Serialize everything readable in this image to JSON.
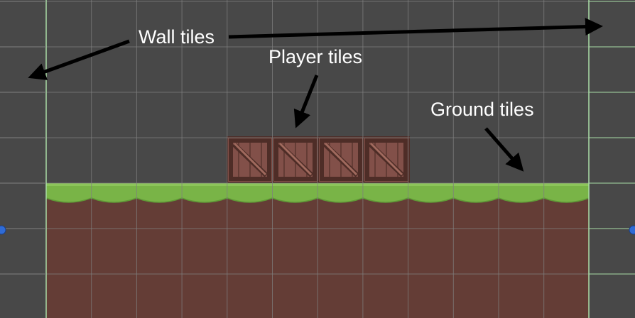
{
  "scene": {
    "background_color": "#484848",
    "grid_color": "#7f7f7f",
    "wall_grid_color": "#a9dca6",
    "handle_color": "#2f6bd6"
  },
  "tiles": {
    "ground": {
      "grass_color": "#79b447",
      "grass_dark": "#5f9a37",
      "dirt_color": "#643d36"
    },
    "player": {
      "count": 4,
      "wood_color": "#825049",
      "wood_dark": "#4e2d27",
      "plank_line": "#5b352f",
      "brace_color": "#a06a5e"
    }
  },
  "annotations": {
    "wall_label": "Wall tiles",
    "player_label": "Player tiles",
    "ground_label": "Ground tiles",
    "arrow_color": "#000000"
  }
}
